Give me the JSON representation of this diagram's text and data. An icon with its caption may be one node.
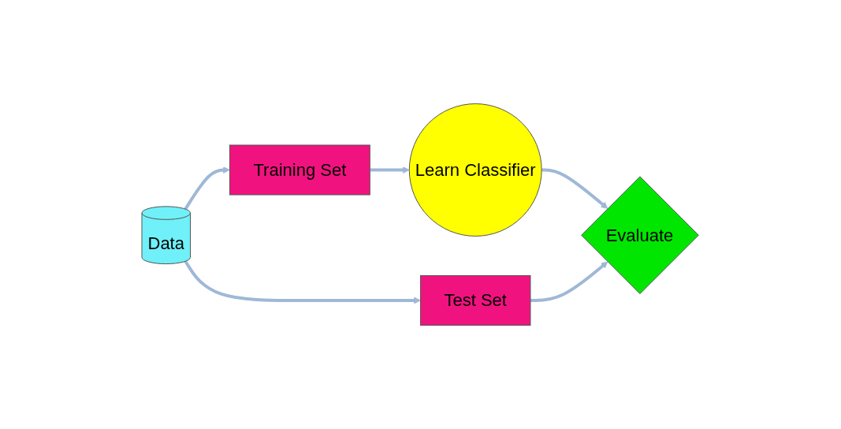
{
  "diagram": {
    "nodes": [
      {
        "text": [
          "Data"
        ]
      },
      {
        "text": [
          "Training Set"
        ]
      },
      {
        "text": [
          "Test Set"
        ]
      },
      {
        "text": [
          "Learn Classifier"
        ]
      },
      {
        "text": [
          "Evaluate"
        ]
      }
    ],
    "edges": [
      {
        "from": 0,
        "to": 1,
        "arrow": "to"
      },
      {
        "from": 0,
        "to": 2,
        "arrow": "to"
      },
      {
        "from": 1,
        "to": 3,
        "arrow": "to"
      },
      {
        "from": 3,
        "to": 4,
        "arrow": "to"
      },
      {
        "from": 2,
        "to": 4,
        "arrow": "to"
      }
    ]
  }
}
